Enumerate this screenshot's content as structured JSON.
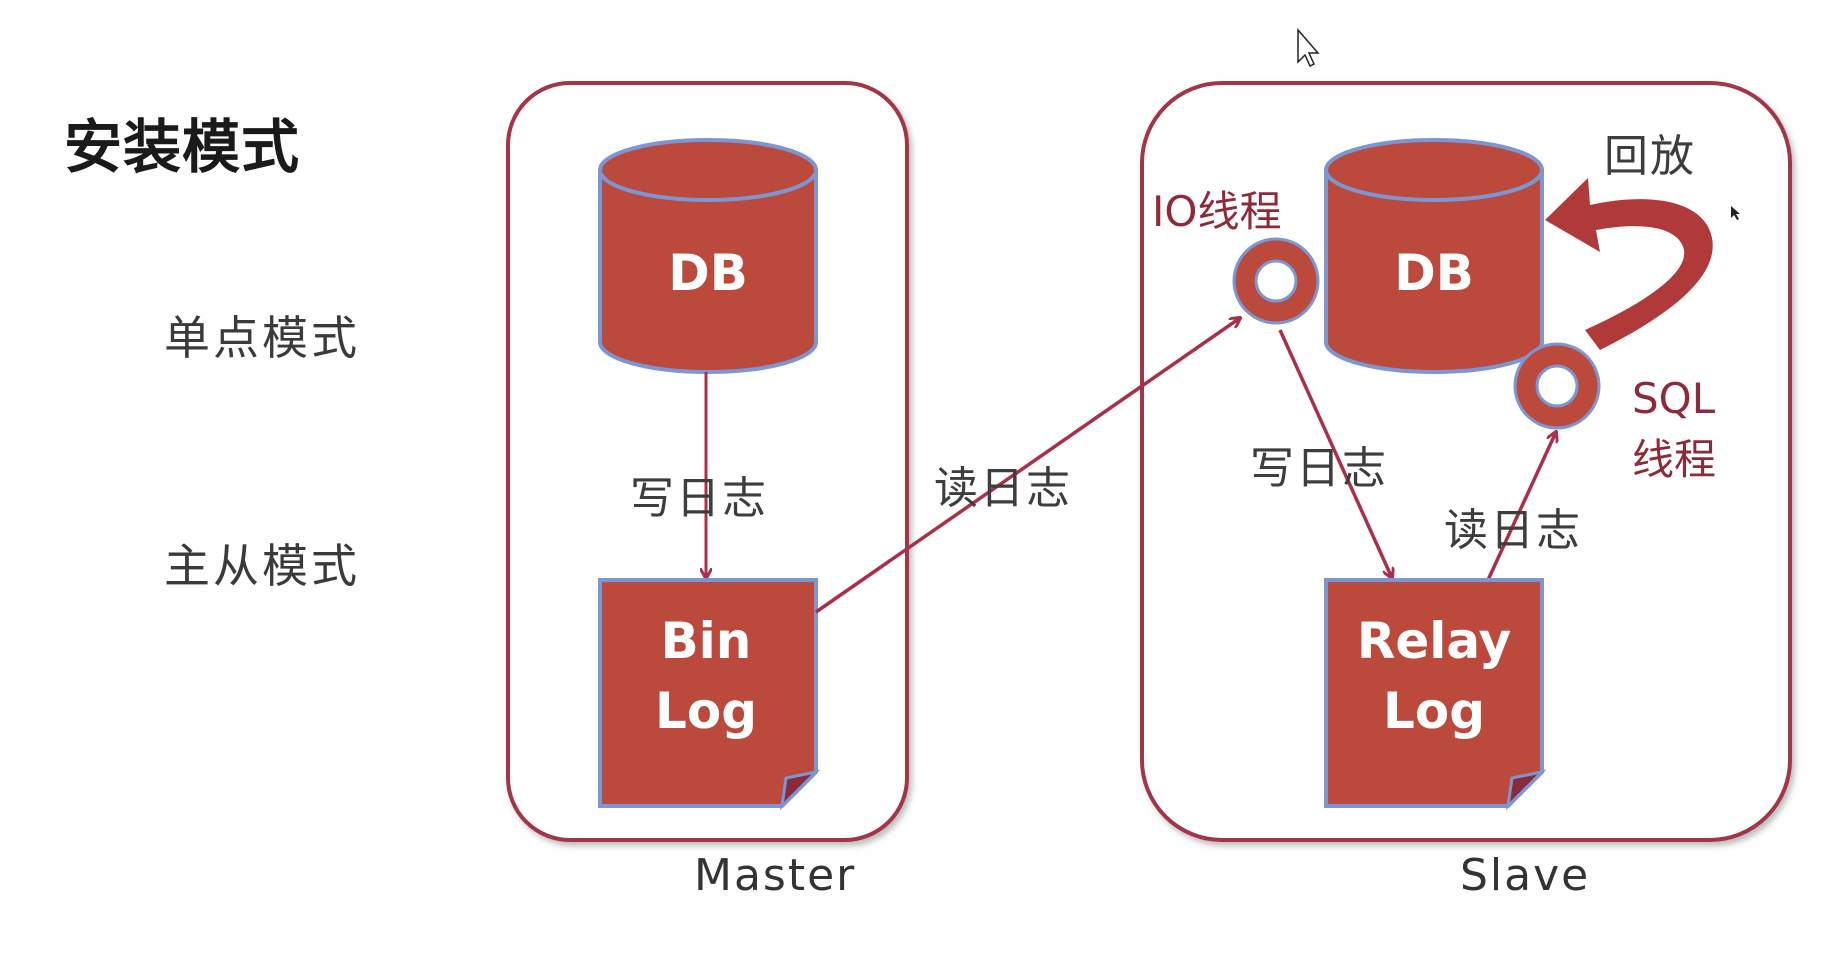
{
  "slide": {
    "title": "安装模式",
    "modes": [
      {
        "label": "单点模式"
      },
      {
        "label": "主从模式"
      }
    ]
  },
  "colors": {
    "box_border": "#a33548",
    "shape_fill": "#bb4a3d",
    "shape_outline": "#7c96d4",
    "arrow": "#a8304a",
    "thread_label": "#8e2a3a",
    "text": "#3d3d3d"
  },
  "master": {
    "caption": "Master",
    "db_label": "DB",
    "binlog_line1": "Bin",
    "binlog_line2": "Log",
    "write_log_label": "写日志"
  },
  "replication": {
    "read_log_label": "读日志"
  },
  "slave": {
    "caption": "Slave",
    "db_label": "DB",
    "io_thread_label": "IO线程",
    "sql_thread_line1": "SQL",
    "sql_thread_line2": "线程",
    "replay_label": "回放",
    "write_log_label": "写日志",
    "read_log_label": "读日志",
    "relaylog_line1": "Relay",
    "relaylog_line2": "Log"
  }
}
